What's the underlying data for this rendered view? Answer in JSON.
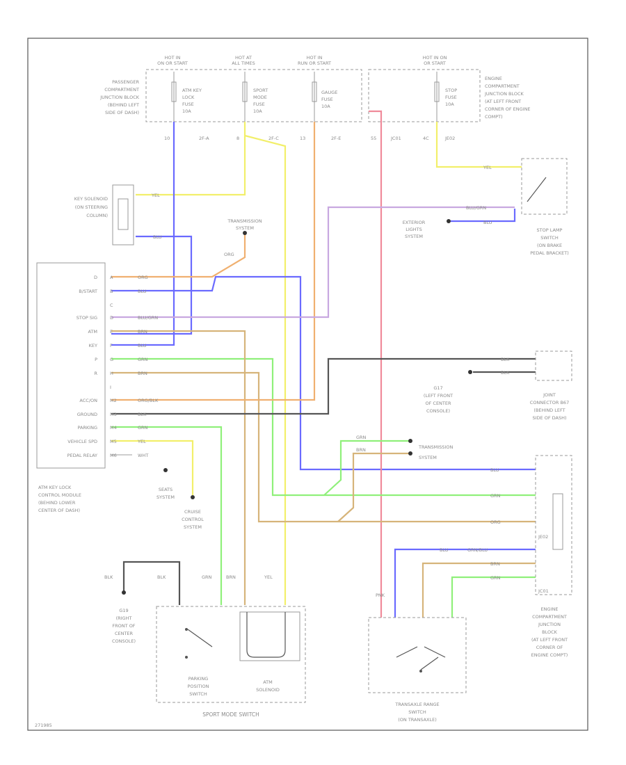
{
  "colors": {
    "yellow": "#f2ef6a",
    "blue": "#6a6aff",
    "pink": "#f08a9a",
    "green": "#8ff07a",
    "tan": "#d6b47a",
    "orange": "#f0b070",
    "purple": "#c8a8e0",
    "dark": "#555555",
    "gray": "#b0b0b0"
  },
  "hot_labels": {
    "a": [
      "HOT IN",
      "ON OR START"
    ],
    "b": [
      "HOT AT",
      "ALL TIMES"
    ],
    "c": [
      "HOT IN",
      "RUN OR START"
    ],
    "d": [
      "HOT IN ON",
      "OR START"
    ]
  },
  "passenger_jb": [
    "PASSENGER",
    "COMPARTMENT",
    "JUNCTION BLOCK",
    "(BEHIND LEFT",
    "SIDE OF DASH)"
  ],
  "engine_jb_top": [
    "ENGINE",
    "COMPARTMENT",
    "JUNCTION BLOCK",
    "(AT LEFT FRONT",
    "CORNER OF ENGINE",
    "COMPT)"
  ],
  "fuses": {
    "atm": [
      "ATM KEY",
      "LOCK",
      "FUSE",
      "10A"
    ],
    "sport": [
      "SPORT",
      "MODE",
      "FUSE",
      "10A"
    ],
    "gauge": [
      "GAUGE",
      "FUSE",
      "10A"
    ],
    "stop": [
      "STOP",
      "FUSE",
      "10A"
    ]
  },
  "connectors": {
    "c1": "10",
    "c2": "2F-A",
    "c3": "8",
    "c4": "2F-C",
    "c5": "13",
    "c6": "2F-E",
    "c7": "55",
    "c8": "JC01",
    "c9": "4C",
    "c10": "JE02"
  },
  "wire_labels": {
    "yel": "YEL",
    "blu": "BLU",
    "org": "ORG",
    "grn": "GRN",
    "brn": "BRN",
    "blugrn": "BLU/GRN",
    "orgblk": "ORG/BLK",
    "pnk": "PNK",
    "wht": "WHT",
    "blk": "BLK",
    "grnblu": "GRN/BLU"
  },
  "key_solenoid": [
    "KEY SOLENOID",
    "(ON STEERING",
    "COLUMN)"
  ],
  "transmission_system": [
    "TRANSMISSION",
    "SYSTEM"
  ],
  "exterior_lights": [
    "EXTERIOR",
    "LIGHTS",
    "SYSTEM"
  ],
  "stop_lamp": [
    "STOP LAMP",
    "SWITCH",
    "(ON BRAKE",
    "PEDAL BRACKET)"
  ],
  "module_pins": [
    "D",
    "B/START",
    "",
    "STOP SIG",
    "ATM",
    "KEY",
    "P",
    "R",
    "",
    "ACC/ON",
    "GROUND",
    "PARKING",
    "VEHICLE SPD",
    "PEDAL RELAY"
  ],
  "module_pin_nums": [
    "A",
    "B",
    "C",
    "D",
    "E",
    "F",
    "G",
    "H",
    "I",
    "M2",
    "M3",
    "M4",
    "M5",
    "M6"
  ],
  "atm_module": [
    "ATM KEY LOCK",
    "CONTROL MODULE",
    "(BEHIND LOWER",
    "CENTER OF DASH)"
  ],
  "seats_system": [
    "SEATS",
    "SYSTEM"
  ],
  "cruise_system": [
    "CRUISE",
    "CONTROL",
    "SYSTEM"
  ],
  "g17": [
    "G17",
    "(LEFT FRONT",
    "OF CENTER",
    "CONSOLE)"
  ],
  "joint_connector": [
    "JOINT",
    "CONNECTOR B67",
    "(BEHIND LEFT",
    "SIDE OF DASH)"
  ],
  "g19": [
    "G19",
    "(RIGHT",
    "FRONT OF",
    "CENTER",
    "CONSOLE)"
  ],
  "parking_switch": [
    "PARKING",
    "POSITION",
    "SWITCH"
  ],
  "atm_solenoid": [
    "ATM",
    "SOLENOID"
  ],
  "sport_mode_switch": "SPORT MODE SWITCH",
  "transaxle_switch": [
    "TRANSAXLE RANGE",
    "SWITCH",
    "(ON TRANSAXLE)"
  ],
  "engine_jb_bottom": [
    "ENGINE",
    "COMPARTMENT",
    "JUNCTION",
    "BLOCK",
    "(AT LEFT FRONT",
    "CORNER OF",
    "ENGINE COMPT)"
  ],
  "jc_labels": {
    "je02": "JE02",
    "jc01": "JC01"
  },
  "footer_code": "271985"
}
